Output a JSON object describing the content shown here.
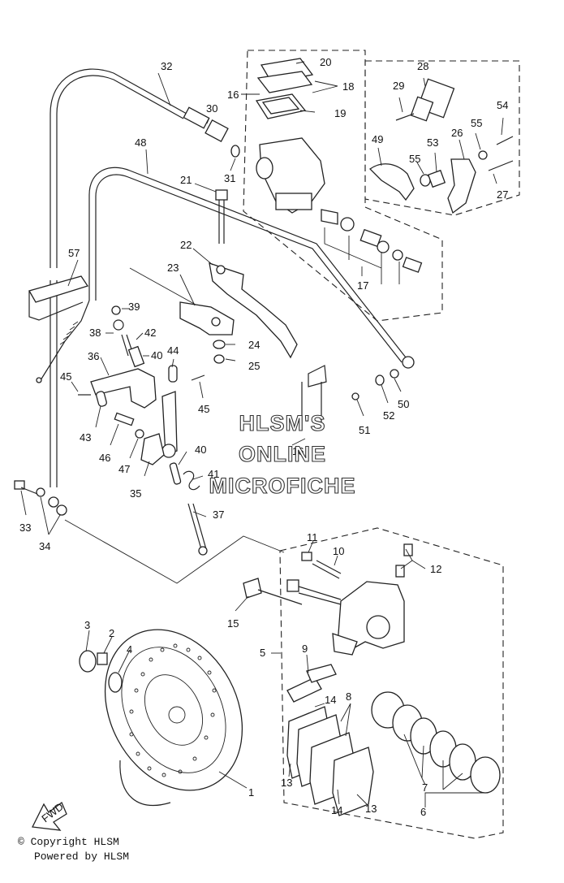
{
  "watermark": {
    "line1": "HLSM'S",
    "line2": "ONLINE",
    "line3": "MICROFICHE"
  },
  "footer": {
    "copyright": "© Copyright HLSM",
    "powered": "Powered by HLSM"
  },
  "fwd_label": "FWD",
  "callouts": [
    "32",
    "30",
    "31",
    "48",
    "20",
    "18",
    "16",
    "19",
    "28",
    "29",
    "54",
    "55",
    "49",
    "53",
    "26",
    "55",
    "27",
    "21",
    "22",
    "23",
    "17",
    "57",
    "39",
    "38",
    "42",
    "40",
    "44",
    "24",
    "25",
    "36",
    "45",
    "45",
    "50",
    "52",
    "51",
    "43",
    "46",
    "47",
    "35",
    "40",
    "41",
    "37",
    "33",
    "34",
    "11",
    "10",
    "12",
    "15",
    "3",
    "2",
    "4",
    "5",
    "9",
    "14",
    "8",
    "13",
    "14",
    "13",
    "7",
    "6",
    "1",
    "16"
  ],
  "colors": {
    "line": "#222222",
    "background": "#ffffff"
  }
}
